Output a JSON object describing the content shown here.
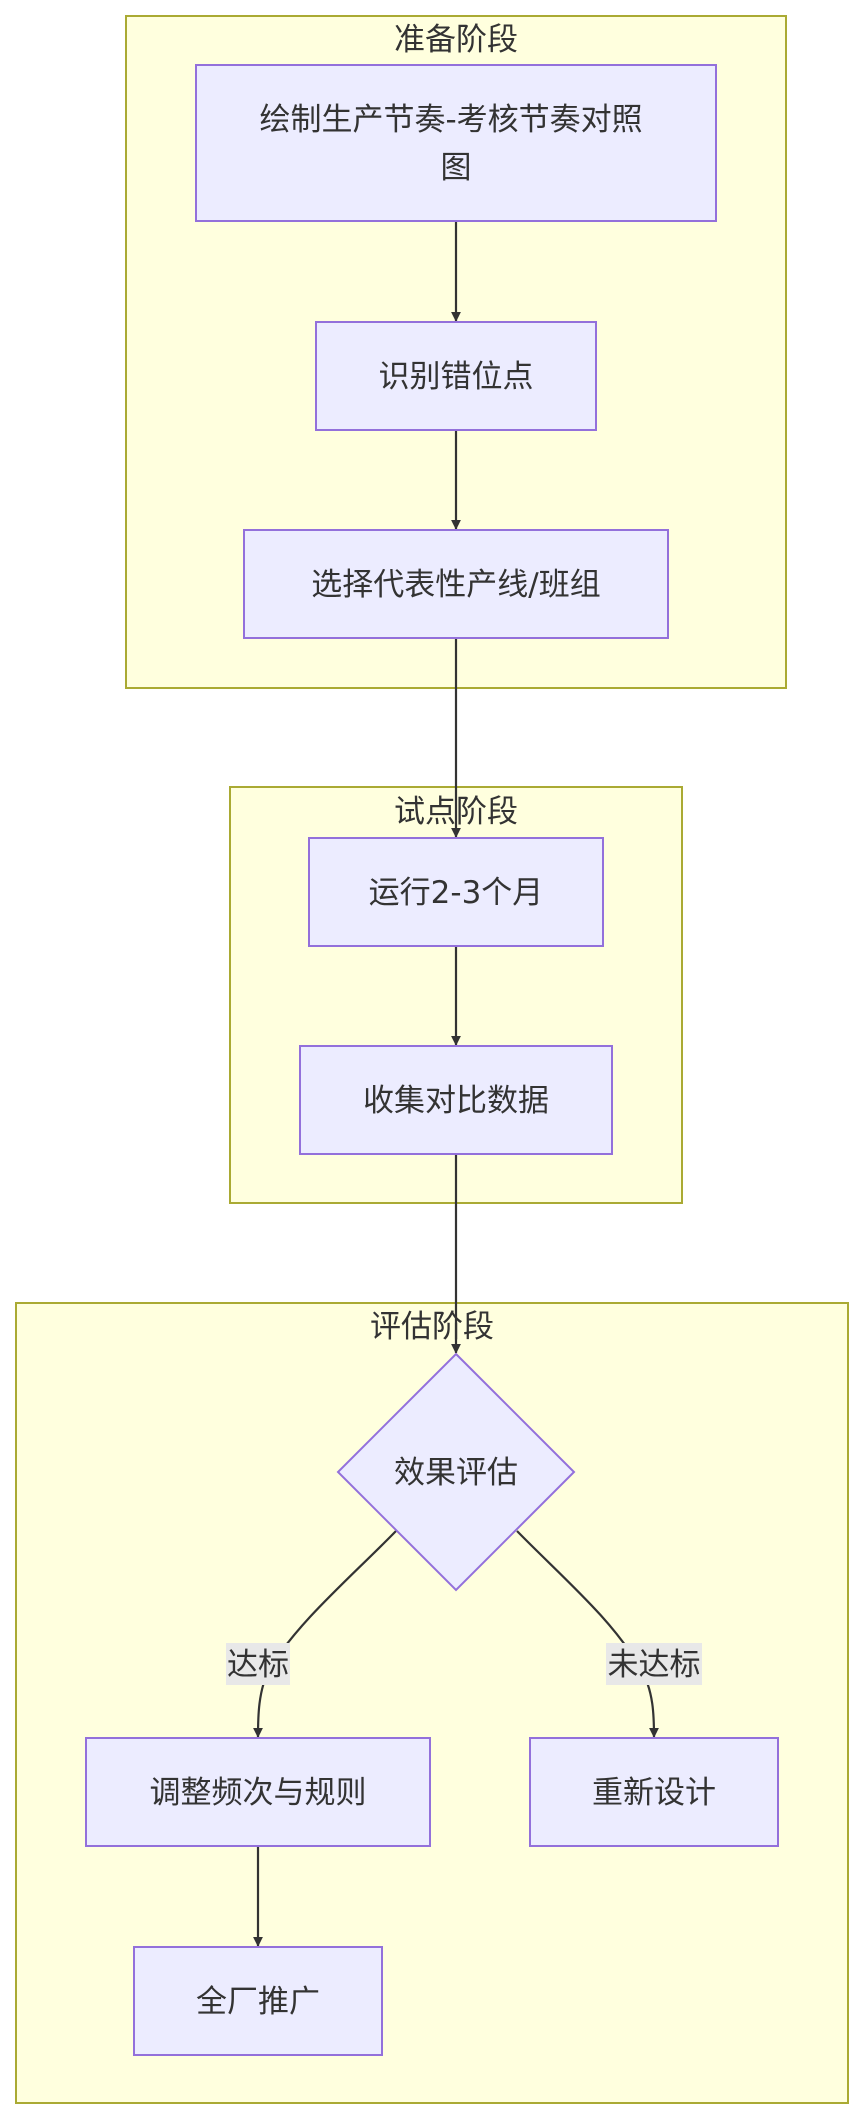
{
  "clusters": {
    "prep": {
      "title": "准备阶段"
    },
    "pilot": {
      "title": "试点阶段"
    },
    "eval": {
      "title": "评估阶段"
    }
  },
  "nodes": {
    "draw_chart": {
      "lines": [
        "绘制生产节奏-考核节奏对照",
        "图"
      ]
    },
    "identify_mismatch": {
      "label": "识别错位点"
    },
    "select_line": {
      "label": "选择代表性产线/班组"
    },
    "run_months": {
      "label": "运行2-3个月"
    },
    "collect_data": {
      "label": "收集对比数据"
    },
    "evaluate": {
      "label": "效果评估"
    },
    "adjust_rules": {
      "label": "调整频次与规则"
    },
    "redesign": {
      "label": "重新设计"
    },
    "rollout": {
      "label": "全厂推广"
    }
  },
  "edges": {
    "pass_label": "达标",
    "fail_label": "未达标"
  },
  "colors": {
    "cluster_fill": "#ffffde",
    "cluster_stroke": "#aaaa33",
    "node_fill": "#ececff",
    "node_stroke": "#9370db",
    "edge": "#333333",
    "edge_label_bg": "#e8e8e8",
    "text": "#333333"
  }
}
